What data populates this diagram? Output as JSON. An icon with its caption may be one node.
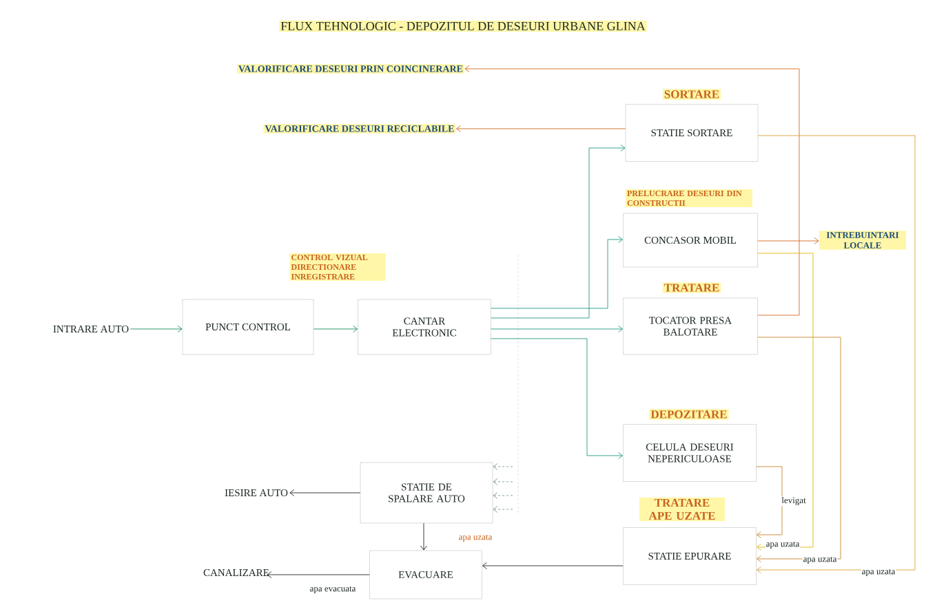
{
  "diagram": {
    "title": "FLUX TEHNOLOGIC  - DEPOZITUL DE DESEURI URBANE GLINA",
    "nodes": [
      {
        "text": [
          "INTRARE AUTO"
        ]
      },
      {
        "text": [
          "PUNCT CONTROL"
        ]
      },
      {
        "text": [
          "CONTROL VIZUAL DIRECTIONARE INREGISTRARE",
          "CANTAR ELECTRONIC"
        ]
      },
      {
        "text": [
          "SORTARE",
          "STATIE SORTARE"
        ]
      },
      {
        "text": [
          "PRELUCRARE DESEURI DIN CONSTRUCTII",
          "CONCASOR MOBIL"
        ]
      },
      {
        "text": [
          "TRATARE",
          "TOCATOR PRESA BALOTARE"
        ]
      },
      {
        "text": [
          "DEPOZITARE",
          "CELULA DESEURI NEPERICULOASE"
        ]
      },
      {
        "text": [
          "TRATARE APE UZATE",
          "STATIE EPURARE"
        ]
      },
      {
        "text": [
          "STATIE DE SPALARE AUTO"
        ]
      },
      {
        "text": [
          "EVACUARE"
        ]
      },
      {
        "text": [
          "VALORIFICARE DESEURI PRIN COINCINERARE"
        ]
      },
      {
        "text": [
          "VALORIFICARE DESEURI RECICLABILE"
        ]
      },
      {
        "text": [
          "INTREBUINTARI LOCALE"
        ]
      },
      {
        "text": [
          "IESIRE AUTO"
        ]
      },
      {
        "text": [
          "CANALIZARE"
        ]
      }
    ],
    "edges": [
      {
        "from": 0,
        "to": 1,
        "arrow": "to",
        "color": "#1e8a5c"
      },
      {
        "from": 1,
        "to": 2,
        "arrow": "to",
        "color": "#1e8a5c"
      },
      {
        "from": 2,
        "to": 3,
        "arrow": "to",
        "color": "#1f9a80"
      },
      {
        "from": 2,
        "to": 4,
        "arrow": "to",
        "color": "#1f9a80"
      },
      {
        "from": 2,
        "to": 5,
        "arrow": "to",
        "color": "#1f9a80"
      },
      {
        "from": 2,
        "to": 6,
        "arrow": "to",
        "color": "#1f9a80"
      },
      {
        "from": 5,
        "to": 10,
        "arrow": "to",
        "color": "#d2691e"
      },
      {
        "from": 3,
        "to": 11,
        "arrow": "to",
        "color": "#d2691e"
      },
      {
        "from": 4,
        "to": 12,
        "arrow": "to",
        "color": "#d2691e"
      },
      {
        "from": 6,
        "to": 7,
        "arrow": "to",
        "label": "levigat",
        "color": "#c8862a"
      },
      {
        "from": 4,
        "to": 7,
        "arrow": "to",
        "label": "apa uzata",
        "color": "#e0b800"
      },
      {
        "from": 5,
        "to": 7,
        "arrow": "to",
        "label": "apa uzata",
        "color": "#c8862a"
      },
      {
        "from": 3,
        "to": 7,
        "arrow": "to",
        "label": "apa uzata",
        "color": "#d9a030"
      },
      {
        "from": 7,
        "to": 9,
        "arrow": "to",
        "color": "#1e2a24"
      },
      {
        "from": 8,
        "to": 13,
        "arrow": "to",
        "color": "#1e2a24"
      },
      {
        "from": 8,
        "to": 9,
        "arrow": "to",
        "label": "apa uzata",
        "color": "#1e2a24"
      },
      {
        "from": 9,
        "to": 14,
        "arrow": "to",
        "label": "apa evacuata",
        "color": "#1e2a24"
      },
      {
        "from": null,
        "to": 8,
        "arrow": "to",
        "style": "dashed",
        "color": "#7a9a90"
      },
      {
        "from": null,
        "to": 8,
        "arrow": "to",
        "style": "dashed",
        "color": "#7a9a90"
      },
      {
        "from": null,
        "to": 8,
        "arrow": "to",
        "style": "dashed",
        "color": "#7a9a90"
      },
      {
        "from": null,
        "to": 8,
        "arrow": "to",
        "style": "dashed",
        "color": "#7a9a90"
      }
    ]
  }
}
